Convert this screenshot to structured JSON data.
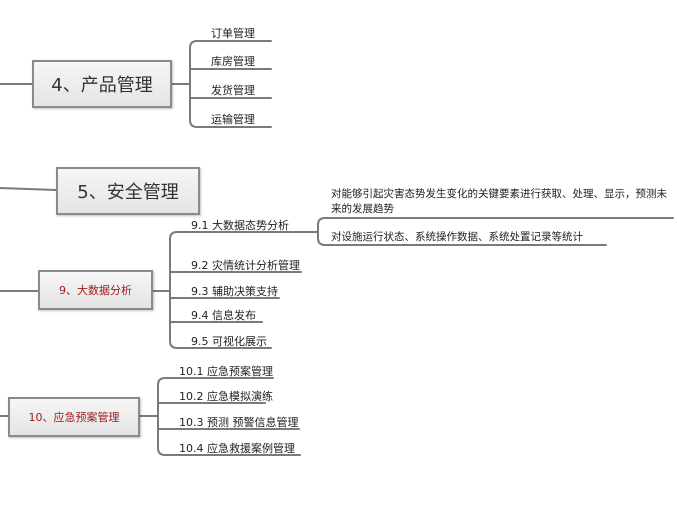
{
  "nodes": {
    "product": {
      "label": "4、产品管理",
      "children": [
        "订单管理",
        "库房管理",
        "发货管理",
        "运输管理"
      ]
    },
    "security": {
      "label": "5、安全管理"
    },
    "bigdata": {
      "label": "9、大数据分析",
      "children": [
        "9.1 大数据态势分析",
        "9.2 灾情统计分析管理",
        "9.3 辅助决策支持",
        "9.4 信息发布",
        "9.5 可视化展示"
      ],
      "details": [
        "对能够引起灾害态势发生变化的关键要素进行获取、处理、显示，预测未来的发展趋势",
        "对设施运行状态、系统操作数据、系统处置记录等统计"
      ]
    },
    "emergency": {
      "label": "10、应急预案管理",
      "children": [
        "10.1 应急预案管理",
        "10.2 应急模拟演练",
        "10.3 预测 预警信息管理",
        "10.4 应急救援案例管理"
      ]
    }
  },
  "colors": {
    "line": "#7a7a7a",
    "branch_text_red": "#a01c1c"
  }
}
